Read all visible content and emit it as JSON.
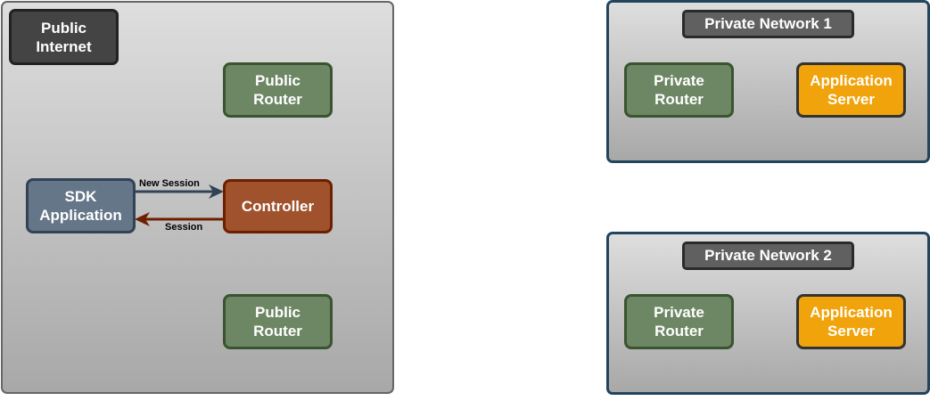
{
  "public_internet": {
    "label": "Public Internet",
    "routers": [
      "Public Router",
      "Public Router"
    ],
    "sdk_app": "SDK Application",
    "controller": "Controller",
    "edges": [
      {
        "label": "New Session",
        "from": "SDK Application",
        "to": "Controller",
        "color": "#314354"
      },
      {
        "label": "Session",
        "from": "Controller",
        "to": "SDK Application",
        "color": "#6d1f00"
      }
    ]
  },
  "private_networks": [
    {
      "label": "Private Network 1",
      "router": "Private Router",
      "server": "Application Server"
    },
    {
      "label": "Private Network 2",
      "router": "Private Router",
      "server": "Application Server"
    }
  ],
  "colors": {
    "router": "#6d8764",
    "sdk": "#647687",
    "controller": "#a0522d",
    "server": "#f0a30a",
    "private_border": "#23445d"
  }
}
